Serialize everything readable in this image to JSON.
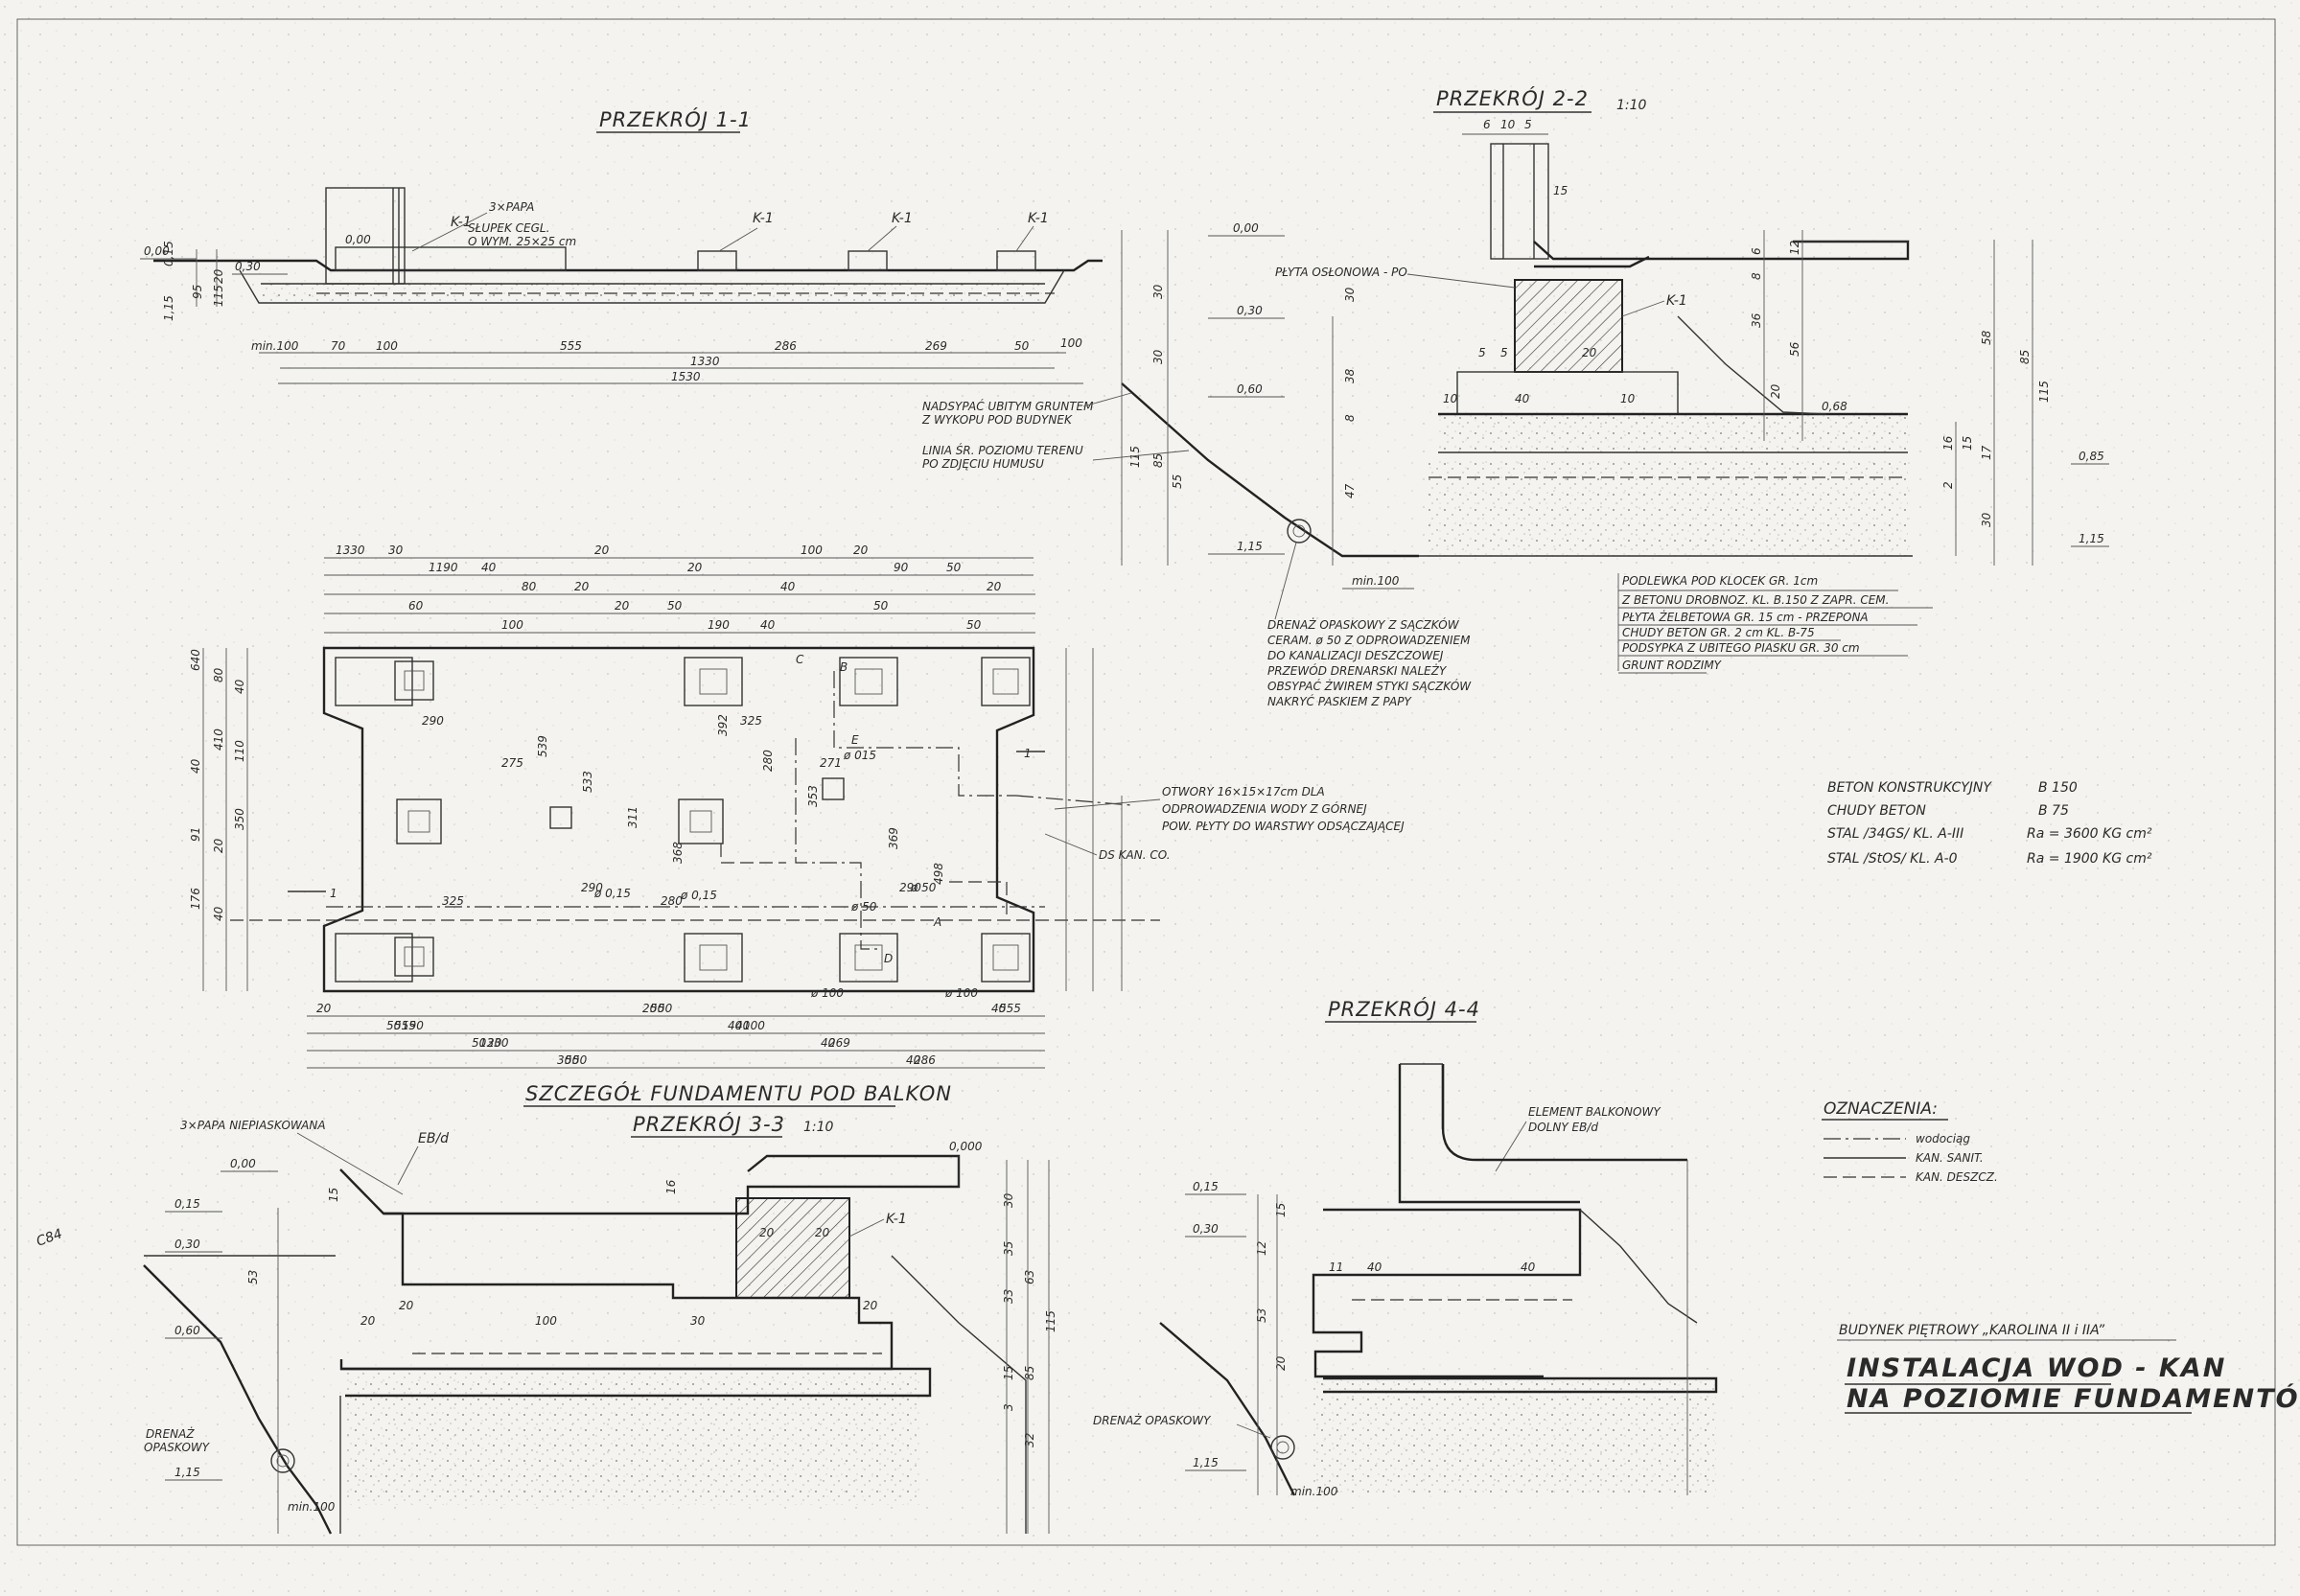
{
  "sections": {
    "s11": {
      "title": "PRZEKRÓJ 1-1",
      "markers": [
        "K-1",
        "K-1",
        "K-1",
        "K-1"
      ],
      "papa": "3×PAPA",
      "slupek": [
        "SŁUPEK CEGL.",
        "O WYM. 25×25 cm"
      ],
      "levels": [
        "0,00",
        "0,00",
        "0,30"
      ],
      "dims": [
        "min.100",
        "70",
        "100",
        "555",
        "286",
        "269",
        "50",
        "100",
        "1330",
        "1530"
      ],
      "vdims": [
        "95",
        "20",
        "115",
        "1,15",
        "0,15"
      ]
    },
    "s22": {
      "title": "PRZEKRÓJ 2-2",
      "scale": "1:10",
      "marker": "K-1",
      "plyta": "PŁYTA OSŁONOWA - PO",
      "levels": [
        "0,00",
        "0,30",
        "0,60",
        "1,15",
        "0,68",
        "0,85",
        "1,15"
      ],
      "dims_top": [
        "6",
        "10",
        "5",
        "15"
      ],
      "dims_v": [
        "30",
        "30",
        "55",
        "115",
        "85",
        "38",
        "8",
        "47",
        "30",
        "36",
        "56",
        "20",
        "6",
        "12",
        "8",
        "16",
        "17",
        "15",
        "2",
        "30",
        "58",
        "85",
        "115"
      ],
      "dims_h": [
        "10",
        "40",
        "10",
        "20",
        "5",
        "5",
        "min.100"
      ]
    },
    "notes": {
      "nadsypac": [
        "NADSYPAĆ UBITYM GRUNTEM",
        "Z WYKOPU POD BUDYNEK"
      ],
      "linia": [
        "LINIA ŚR. POZIOMU TERENU",
        "PO ZDJĘCIU HUMUSU"
      ],
      "drenaz": [
        "DRENAŻ OPASKOWY Z SĄCZKÓW",
        "CERAM. ø 50 Z ODPROWADZENIEM",
        "DO KANALIZACJI DESZCZOWEJ",
        "PRZEWÓD DRENARSKI NALEŻY",
        "OBSYPAĆ ŻWIREM STYKI SĄCZKÓW",
        "NAKRYĆ PASKIEM Z PAPY"
      ],
      "warstwy": [
        "PODLEWKA POD KLOCEK GR. 1cm",
        "Z BETONU DROBNOZ. KL. B.150 Z ZAPR. CEM.",
        "PŁYTA ŻELBETOWA GR. 15 cm - PRZEPONA",
        "CHUDY BETON GR. 2 cm KL. B-75",
        "PODSYPKA Z UBITEGO PIASKU GR. 30 cm",
        "GRUNT RODZIMY"
      ],
      "otwory": [
        "OTWORY 16×15×17cm DLA",
        "ODPROWADZENIA WODY Z GÓRNEJ",
        "POW. PŁYTY DO WARSTWY ODSĄCZAJĄCEJ"
      ],
      "kan": "DS KAN. CO."
    },
    "plan": {
      "title": "SZCZEGÓŁ FUNDAMENTU POD BALKON",
      "dims_top": [
        "1330",
        "1190",
        "80",
        "20",
        "190",
        "100",
        "90",
        "20",
        "60",
        "100",
        "20",
        "20",
        "40",
        "50",
        "50",
        "30",
        "40",
        "20",
        "50",
        "40",
        "20",
        "50"
      ],
      "dims_bottom": [
        "20",
        "190",
        "20",
        "50",
        "50",
        "100",
        "269",
        "286",
        "555",
        "555",
        "1330",
        "50",
        "50",
        "40",
        "40",
        "40",
        "40",
        "50",
        "50",
        "30",
        "20",
        "40"
      ],
      "dims_v": [
        "640",
        "410",
        "350",
        "176",
        "80",
        "110",
        "91",
        "40",
        "40",
        "40",
        "20"
      ],
      "dims_in": [
        "290",
        "275",
        "290",
        "280",
        "325",
        "271",
        "290",
        "325",
        "369",
        "498",
        "539",
        "533",
        "311",
        "368",
        "392",
        "280",
        "353"
      ],
      "labels": [
        "1",
        "1",
        "A",
        "B",
        "C",
        "D",
        "E",
        "ø 015",
        "ø 0,15",
        "ø 50",
        "ø 50",
        "ø 0,15",
        "ø 100",
        "ø 100"
      ]
    },
    "s33": {
      "title": "PRZEKRÓJ 3-3",
      "scale": "1:10",
      "marker": "K-1",
      "papa": "3×PAPA NIEPIASKOWANA",
      "eb": "EB/d",
      "levels": [
        "0,00",
        "0,15",
        "0,30",
        "0,60",
        "1,15",
        "0,000"
      ],
      "drenaz": [
        "DRENAŻ",
        "OPASKOWY"
      ],
      "dims": [
        "20",
        "100",
        "30",
        "20",
        "20",
        "20",
        "20",
        "15",
        "16",
        "min.100",
        "53",
        "35",
        "33",
        "115",
        "30",
        "63",
        "85",
        "32",
        "15",
        "3"
      ]
    },
    "s44": {
      "title": "PRZEKRÓJ 4-4",
      "element": [
        "ELEMENT BALKONOWY",
        "DOLNY EB/d"
      ],
      "drenaz": "DRENAŻ OPASKOWY",
      "levels": [
        "0,15",
        "0,30",
        "1,15"
      ],
      "dims": [
        "11",
        "40",
        "40",
        "min.100",
        "53",
        "15",
        "12",
        "20"
      ]
    }
  },
  "materials": [
    {
      "name": "BETON KONSTRUKCYJNY",
      "value": "B 150"
    },
    {
      "name": "CHUDY BETON",
      "value": "B 75"
    },
    {
      "name": "STAL /34GS/ KL. A-III",
      "value": "Ra = 3600 KG cm²"
    },
    {
      "name": "STAL /StOS/ KL. A-0",
      "value": "Ra = 1900 KG cm²"
    }
  ],
  "legend": {
    "title": "OZNACZENIA:",
    "items": [
      "wodociąg",
      "KAN. SANIT.",
      "KAN. DESZCZ."
    ]
  },
  "title_block": {
    "building": "BUDYNEK PIĘTROWY „KAROLINA II i IIA”",
    "line1": "INSTALACJA WOD - KAN",
    "line2": "NA POZIOMIE FUNDAMENTÓW"
  },
  "margin_mark": "C84",
  "colors": {
    "paper": "#f4f3ef",
    "ink": "#2a2a2a"
  }
}
